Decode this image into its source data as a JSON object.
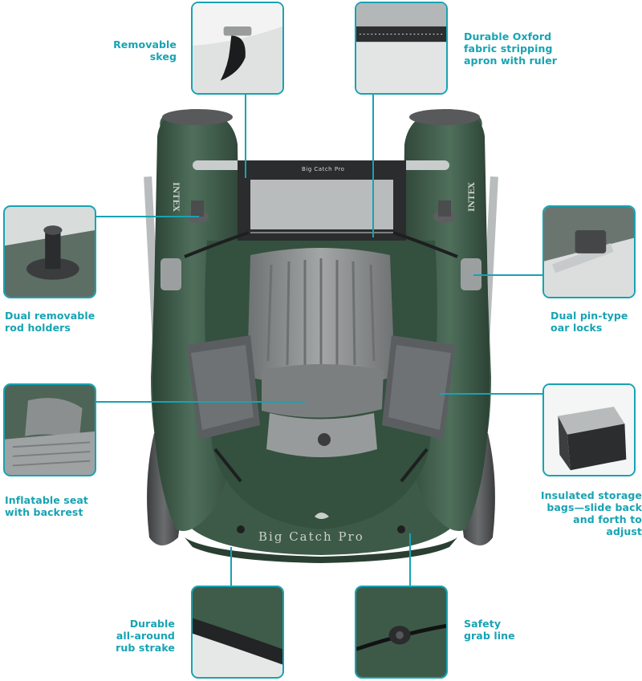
{
  "product": {
    "brand_on_hull": "Big Catch Pro",
    "brand_on_apron": "Big Catch Pro",
    "maker_left": "INTEX",
    "maker_right": "INTEX"
  },
  "callouts": [
    {
      "id": "skeg",
      "label": "Removable\nskeg",
      "icon": "skeg-closeup"
    },
    {
      "id": "apron",
      "label": "Durable Oxford\nfabric stripping\napron with ruler",
      "icon": "apron-closeup"
    },
    {
      "id": "rod",
      "label": "Dual removable\nrod holders",
      "icon": "rod-holder-closeup"
    },
    {
      "id": "oar",
      "label": "Dual pin-type\noar locks",
      "icon": "oar-lock-closeup"
    },
    {
      "id": "seat",
      "label": "Inflatable seat\nwith backrest",
      "icon": "seat-closeup"
    },
    {
      "id": "bag",
      "label": "Insulated storage\nbags—slide back\nand forth to adjust",
      "icon": "storage-bag-closeup"
    },
    {
      "id": "rub",
      "label": "Durable\nall-around\nrub strake",
      "icon": "rub-strake-closeup"
    },
    {
      "id": "grab",
      "label": "Safety\ngrab line",
      "icon": "grab-line-closeup"
    }
  ],
  "colors": {
    "accent": "#17a3b3",
    "hull": "#3d5a48",
    "hull_dark": "#2c4336",
    "seat": "#8b8d8e"
  }
}
